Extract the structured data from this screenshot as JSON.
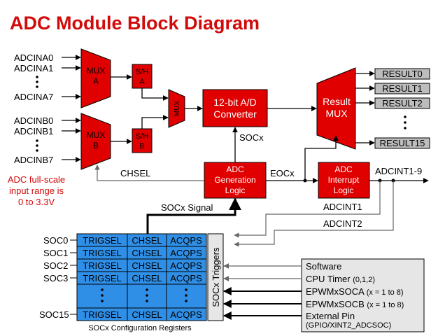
{
  "title": "ADC Module Block Diagram",
  "note": "ADC full-scale\ninput range is\n0 to 3.3V",
  "inputs_a": [
    "ADCINA0",
    "ADCINA1",
    "ADCINA7"
  ],
  "inputs_b": [
    "ADCINB0",
    "ADCINB1",
    "ADCINB7"
  ],
  "blocks": {
    "mux_a": [
      "MUX",
      "A"
    ],
    "mux_b": [
      "MUX",
      "B"
    ],
    "sh_a": [
      "S/H",
      "A"
    ],
    "sh_b": [
      "S/H",
      "B"
    ],
    "mux_small": "MUX",
    "converter": [
      "12-bit A/D",
      "Converter"
    ],
    "result_mux": [
      "Result",
      "MUX"
    ],
    "gen_logic": [
      "ADC",
      "Generation",
      "Logic"
    ],
    "int_logic": [
      "ADC",
      "Interrupt",
      "Logic"
    ]
  },
  "results": [
    "RESULT0",
    "RESULT1",
    "RESULT2",
    "RESULT15"
  ],
  "signals": {
    "socx": "SOCx",
    "chsel": "CHSEL",
    "eocx": "EOCx",
    "adcint19": "ADCINT1-9",
    "adcint1": "ADCINT1",
    "adcint2": "ADCINT2",
    "socx_signal": "SOCx Signal",
    "soc_triggers": "SOCx Triggers"
  },
  "registers": {
    "rows": [
      "SOC0",
      "SOC1",
      "SOC2",
      "SOC3",
      "SOC15"
    ],
    "columns": [
      "TRIGSEL",
      "CHSEL",
      "ACQPS"
    ],
    "caption": "SOCx Configuration Registers"
  },
  "trigger_sources": [
    {
      "main": "Software",
      "sub": ""
    },
    {
      "main": "CPU Timer",
      "sub": "(0,1,2)"
    },
    {
      "main": "EPWMxSOCA",
      "sub": "(x = 1 to 8)"
    },
    {
      "main": "EPWMxSOCB",
      "sub": "(x = 1 to 8)"
    },
    {
      "main": "External Pin",
      "sub": "(GPIO/XINT2_ADCSOC)"
    }
  ],
  "colors": {
    "title": "#d10a0a",
    "block_red": "#e00000",
    "register_blue": "#2f8fe6",
    "trigger_box": "#e6e6e6",
    "result_box": "#bdbdbd"
  }
}
